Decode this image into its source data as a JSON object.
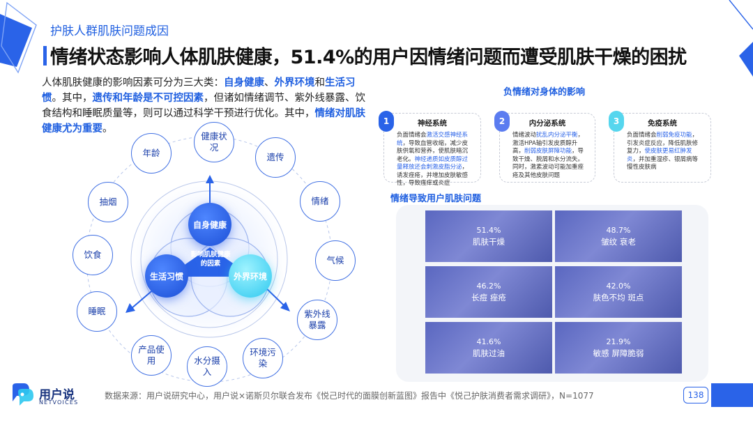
{
  "header": {
    "section_tag": "护肤人群肌肤问题成因",
    "title": "情绪状态影响人体肌肤健康，51.4%的用户因情绪问题而遭受肌肤干燥的困扰"
  },
  "intro": {
    "p1": "人体肌肤健康的影响因素可分为三大类：",
    "h1": "自身健康",
    "p2": "、",
    "h2": "外界环境",
    "p3": "和",
    "h3": "生活习惯",
    "p4": "。其中，",
    "h4": "遗传和年龄是不可控因素",
    "p5": "，但诸如情绪调节、紫外线暴露、饮食结构和睡眠质量等，则可以通过科学干预进行优化。其中，",
    "h5": "情绪对肌肤健康尤为重要",
    "p6": "。"
  },
  "diagram": {
    "factors": [
      "健康状况",
      "遗传",
      "情绪",
      "气候",
      "紫外线暴露",
      "环境污染",
      "水分摄入",
      "产品使用",
      "睡眠",
      "饮食",
      "抽烟",
      "年龄"
    ],
    "core_health": "自身健康",
    "core_life": "生活习惯",
    "core_env": "外界环境",
    "core_center": "影响肌肤健康的因素"
  },
  "impact": {
    "heading": "负情绪对身体的影响",
    "cards": [
      {
        "num": "1",
        "title": "神经系统",
        "t1": "负面情绪会",
        "b1": "激活交感神经系统",
        "t2": "，导致血管收缩，减少皮肤供氧和营养，使肌肤暗沉老化。",
        "b2": "神经递质如皮质醇过量释放还会刺激皮脂分泌",
        "t3": "，诱发痤疮，并增加皮肤敏感性，导致瘙痒或炎症"
      },
      {
        "num": "2",
        "title": "内分泌系统",
        "t1": "情绪波动",
        "b1": "扰乱内分泌平衡",
        "t2": "，激活HPA轴引发皮质醇升高，",
        "b2": "削弱皮肤屏障功能",
        "t3": "，导致干燥、脱屑和水分流失。同时，激素波动可能加重痤疮及其他皮肤问题"
      },
      {
        "num": "3",
        "title": "免疫系统",
        "t1": "负面情绪会",
        "b1": "削弱免疫功能",
        "t2": "，引发炎症反应，降低肌肤修复力，",
        "b2": "使皮肤更易红肿发炎",
        "t3": "，并加重湿疹、银屑病等慢性皮肤病"
      }
    ]
  },
  "problems": {
    "heading": "情绪导致用户肌肤问题",
    "tiles": [
      {
        "pct": "51.4%",
        "label": "肌肤干燥"
      },
      {
        "pct": "48.7%",
        "label": "皱纹 衰老"
      },
      {
        "pct": "46.2%",
        "label": "长痘 痤疮"
      },
      {
        "pct": "42.0%",
        "label": "肤色不均 斑点"
      },
      {
        "pct": "41.6%",
        "label": "肌肤过油"
      },
      {
        "pct": "21.9%",
        "label": "敏感 屏障脆弱"
      }
    ]
  },
  "footer": {
    "logo_text": "用户说",
    "logo_sub": "NETVOICES",
    "source": "数据来源：用户说研究中心，用户说×诺斯贝尔联合发布《悦己时代的面膜创新蓝图》报告中《悦己护肤消费者需求调研》，N=1077",
    "page": "138"
  },
  "colors": {
    "accent": "#2a63e8",
    "cyan": "#2ec8ef",
    "card_num_1": "#2a63e8",
    "card_num_2": "#5b7cf0",
    "card_num_3": "#56d6ee"
  }
}
